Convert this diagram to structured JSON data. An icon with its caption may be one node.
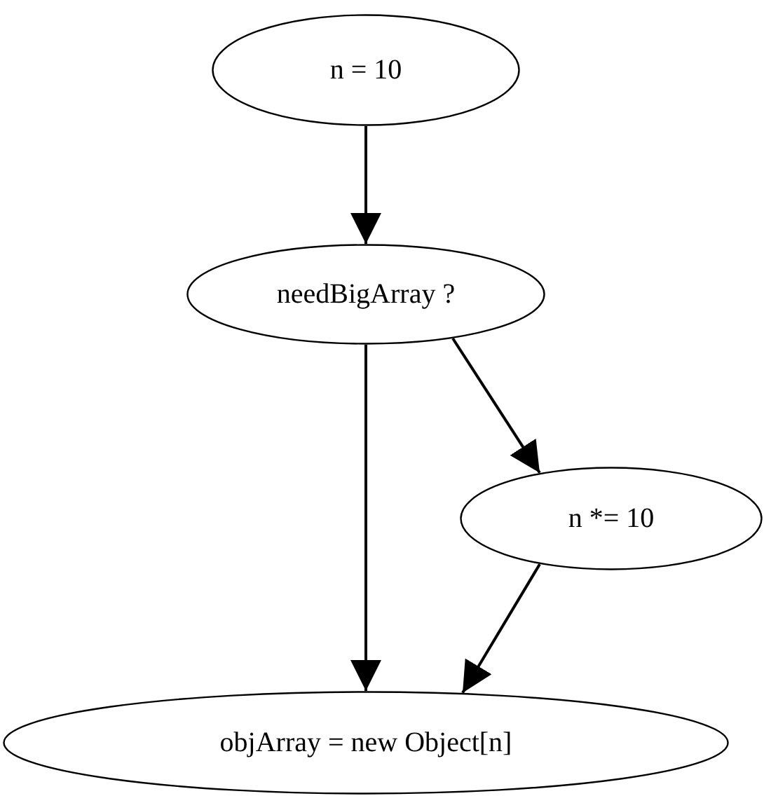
{
  "diagram": {
    "nodes": [
      {
        "text": [
          "n = 10"
        ]
      },
      {
        "text": [
          "needBigArray ?"
        ]
      },
      {
        "text": [
          "n *= 10"
        ]
      },
      {
        "text": [
          "objArray = new Object[n]"
        ]
      }
    ],
    "edges": [
      {
        "from": 0,
        "to": 1,
        "arrow": "to"
      },
      {
        "from": 1,
        "to": 2,
        "arrow": "to"
      },
      {
        "from": 1,
        "to": 3,
        "arrow": "to"
      },
      {
        "from": 2,
        "to": 3,
        "arrow": "to"
      }
    ]
  }
}
